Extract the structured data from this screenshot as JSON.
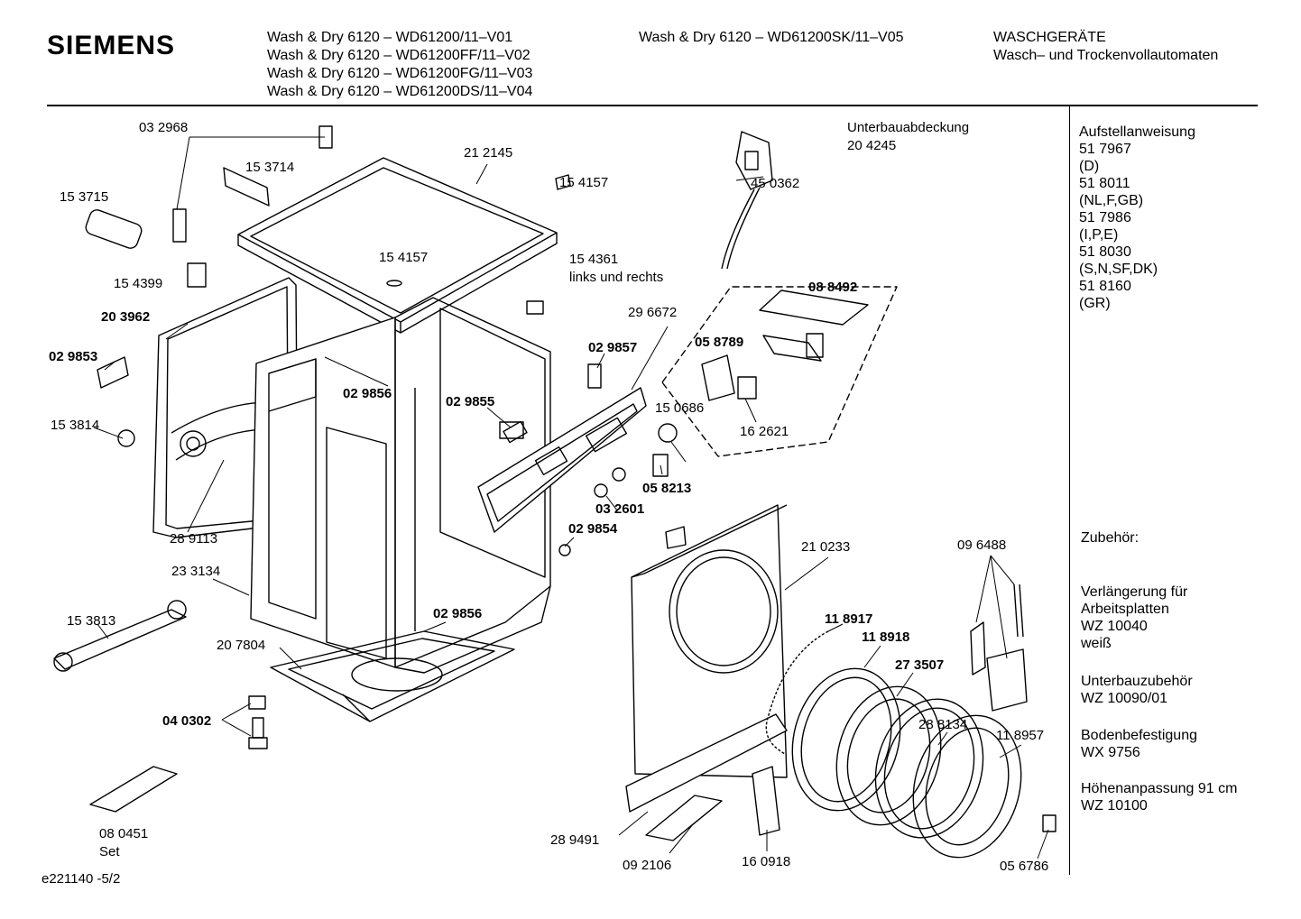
{
  "brand": "SIEMENS",
  "header": {
    "models_col1": [
      "Wash & Dry 6120 – WD61200/11–V01",
      "Wash & Dry 6120 – WD61200FF/11–V02",
      "Wash & Dry 6120 – WD61200FG/11–V03",
      "Wash & Dry 6120 – WD61200DS/11–V04"
    ],
    "models_col2": [
      "Wash & Dry 6120 – WD61200SK/11–V05"
    ],
    "category": [
      "WASCHGERÄTE",
      "Wasch– und Trockenvollautomaten"
    ]
  },
  "parts": {
    "p032968": "03 2968",
    "p153714": "15 3714",
    "p153715": "15 3715",
    "p154399": "15 4399",
    "p203962": "20 3962",
    "p029853": "02 9853",
    "p153814": "15 3814",
    "p289113": "28 9113",
    "p233134": "23 3134",
    "p153813": "15 3813",
    "p207804": "20 7804",
    "p040302": "04 0302",
    "p080451": "08 0451",
    "p080451_set": "Set",
    "p212145": "21 2145",
    "p154157a": "15 4157",
    "p154157b": "15 4157",
    "p154361": "15 4361",
    "p154361_note": "links und rechts",
    "p029856a": "02 9856",
    "p029856b": "02 9856",
    "p029855": "02 9855",
    "p029857": "02 9857",
    "p296672": "29 6672",
    "p450362": "45 0362",
    "p088492": "08 8492",
    "p058789": "05 8789",
    "p150686": "15 0686",
    "p162621": "16 2621",
    "p058213": "05 8213",
    "p032601": "03 2601",
    "p029854": "02 9854",
    "p210233": "21 0233",
    "p096488": "09 6488",
    "p118917": "11 8917",
    "p118918": "11 8918",
    "p273507": "27 3507",
    "p288134": "28 8134",
    "p118957": "11 8957",
    "p289491": "28 9491",
    "p092106": "09 2106",
    "p160918": "16 0918",
    "p056786": "05 6786",
    "cover_title": "Unterbauabdeckung",
    "cover_no": "20 4245"
  },
  "sidebar": {
    "install": [
      "Aufstellanweisung",
      "51 7967",
      "(D)",
      "51 8011",
      "(NL,F,GB)",
      "51 7986",
      "(I,P,E)",
      "51 8030",
      "(S,N,SF,DK)",
      "51 8160",
      "(GR)"
    ],
    "accessories_title": "Zubehör:",
    "acc1": [
      "Verlängerung für",
      "Arbeitsplatten",
      "WZ 10040",
      "weiß"
    ],
    "acc2": [
      "Unterbauzubehör",
      "WZ 10090/01"
    ],
    "acc3": [
      "Bodenbefestigung",
      "WX 9756"
    ],
    "acc4": [
      "Höhenanpassung 91 cm",
      "WZ 10100"
    ]
  },
  "footer_code": "e221140 -5/2"
}
